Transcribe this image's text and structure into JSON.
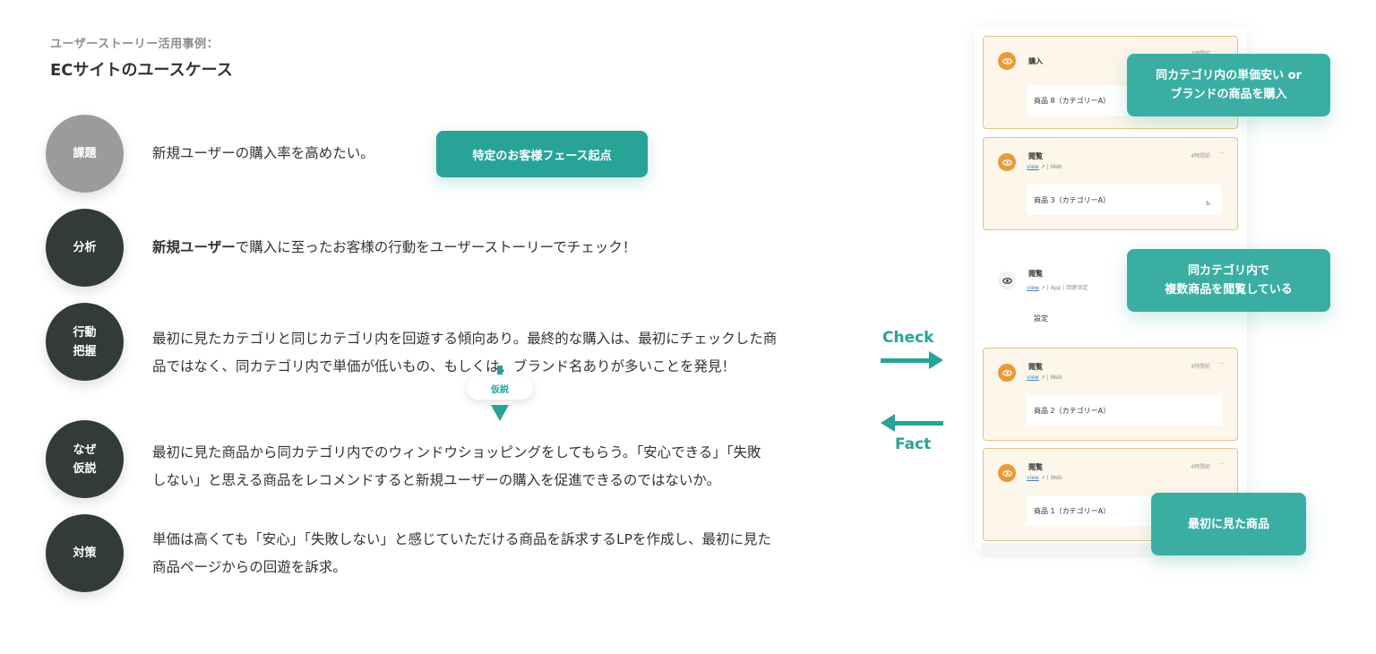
{
  "header": {
    "subtitle": "ユーザーストーリー活用事例：",
    "title": "ECサイトのユースケース"
  },
  "rows": [
    {
      "badge": [
        "課題"
      ],
      "text": "新規ユーザーの購入率を高めたい。"
    },
    {
      "badge": [
        "分析"
      ],
      "text_bold": "新規ユーザー",
      "text_rest": "で購入に至ったお客様の行動をユーザーストーリーでチェック！"
    },
    {
      "badge": [
        "行動",
        "把握"
      ],
      "line1": "最初に見たカテゴリと同じカテゴリ内を回遊する傾向あり。最終的な購入は、最初にチェックした商",
      "line2": "品ではなく、同カテゴリ内で単価が低いもの、もしくは、ブランド名ありが多いことを発見！"
    },
    {
      "badge": [
        "なぜ",
        "仮説"
      ],
      "line1": "最初に見た商品から同カテゴリ内でのウィンドウショッピングをしてもらう。「安心できる」「失敗",
      "line2": "しない」と思える商品をレコメンドすると新規ユーザーの購入を促進できるのではないか。"
    },
    {
      "badge": [
        "対策"
      ],
      "line1": "単価は高くても「安心」「失敗しない」と感じていただける商品を訴求するLPを作成し、最初に見た",
      "line2": "商品ページからの回遊を訴求。"
    }
  ],
  "start_point_button": "特定のお客様フェース起点",
  "hypothesis_label": "仮説",
  "arrows": {
    "check": "Check",
    "fact": "Fact"
  },
  "timeline": {
    "cards": [
      {
        "title": "購入",
        "time": "4時間前",
        "item": "商品 8（カテゴリーA）"
      },
      {
        "title": "閲覧",
        "time": "4時間前",
        "meta_link": "view",
        "meta": "Web",
        "item": "商品 3（カテゴリーA）",
        "extra": "b."
      },
      {
        "title": "閲覧",
        "meta_link": "view",
        "meta": "App",
        "meta2": "回遊決定",
        "item": "設定"
      },
      {
        "title": "閲覧",
        "time": "4時間前",
        "meta_link": "view",
        "meta": "Web",
        "item": "商品 2（カテゴリーA）"
      },
      {
        "title": "閲覧",
        "time": "4時間前",
        "meta_link": "view",
        "meta": "Web",
        "item": "商品 1（カテゴリーA）"
      }
    ],
    "callouts": {
      "c1_line1": "同カテゴリ内の単価安い or",
      "c1_line2": "ブランドの商品を購入",
      "c2_line1": "同カテゴリ内で",
      "c2_line2": "複数商品を閲覧している",
      "c3": "最初に見た商品"
    }
  },
  "colors": {
    "teal": "#27a398",
    "dark": "#333a3a",
    "gray": "#9a9c9c",
    "card_bg": "#fdf6ea",
    "card_border": "#e2c38a",
    "eye": "#e89b3a"
  }
}
